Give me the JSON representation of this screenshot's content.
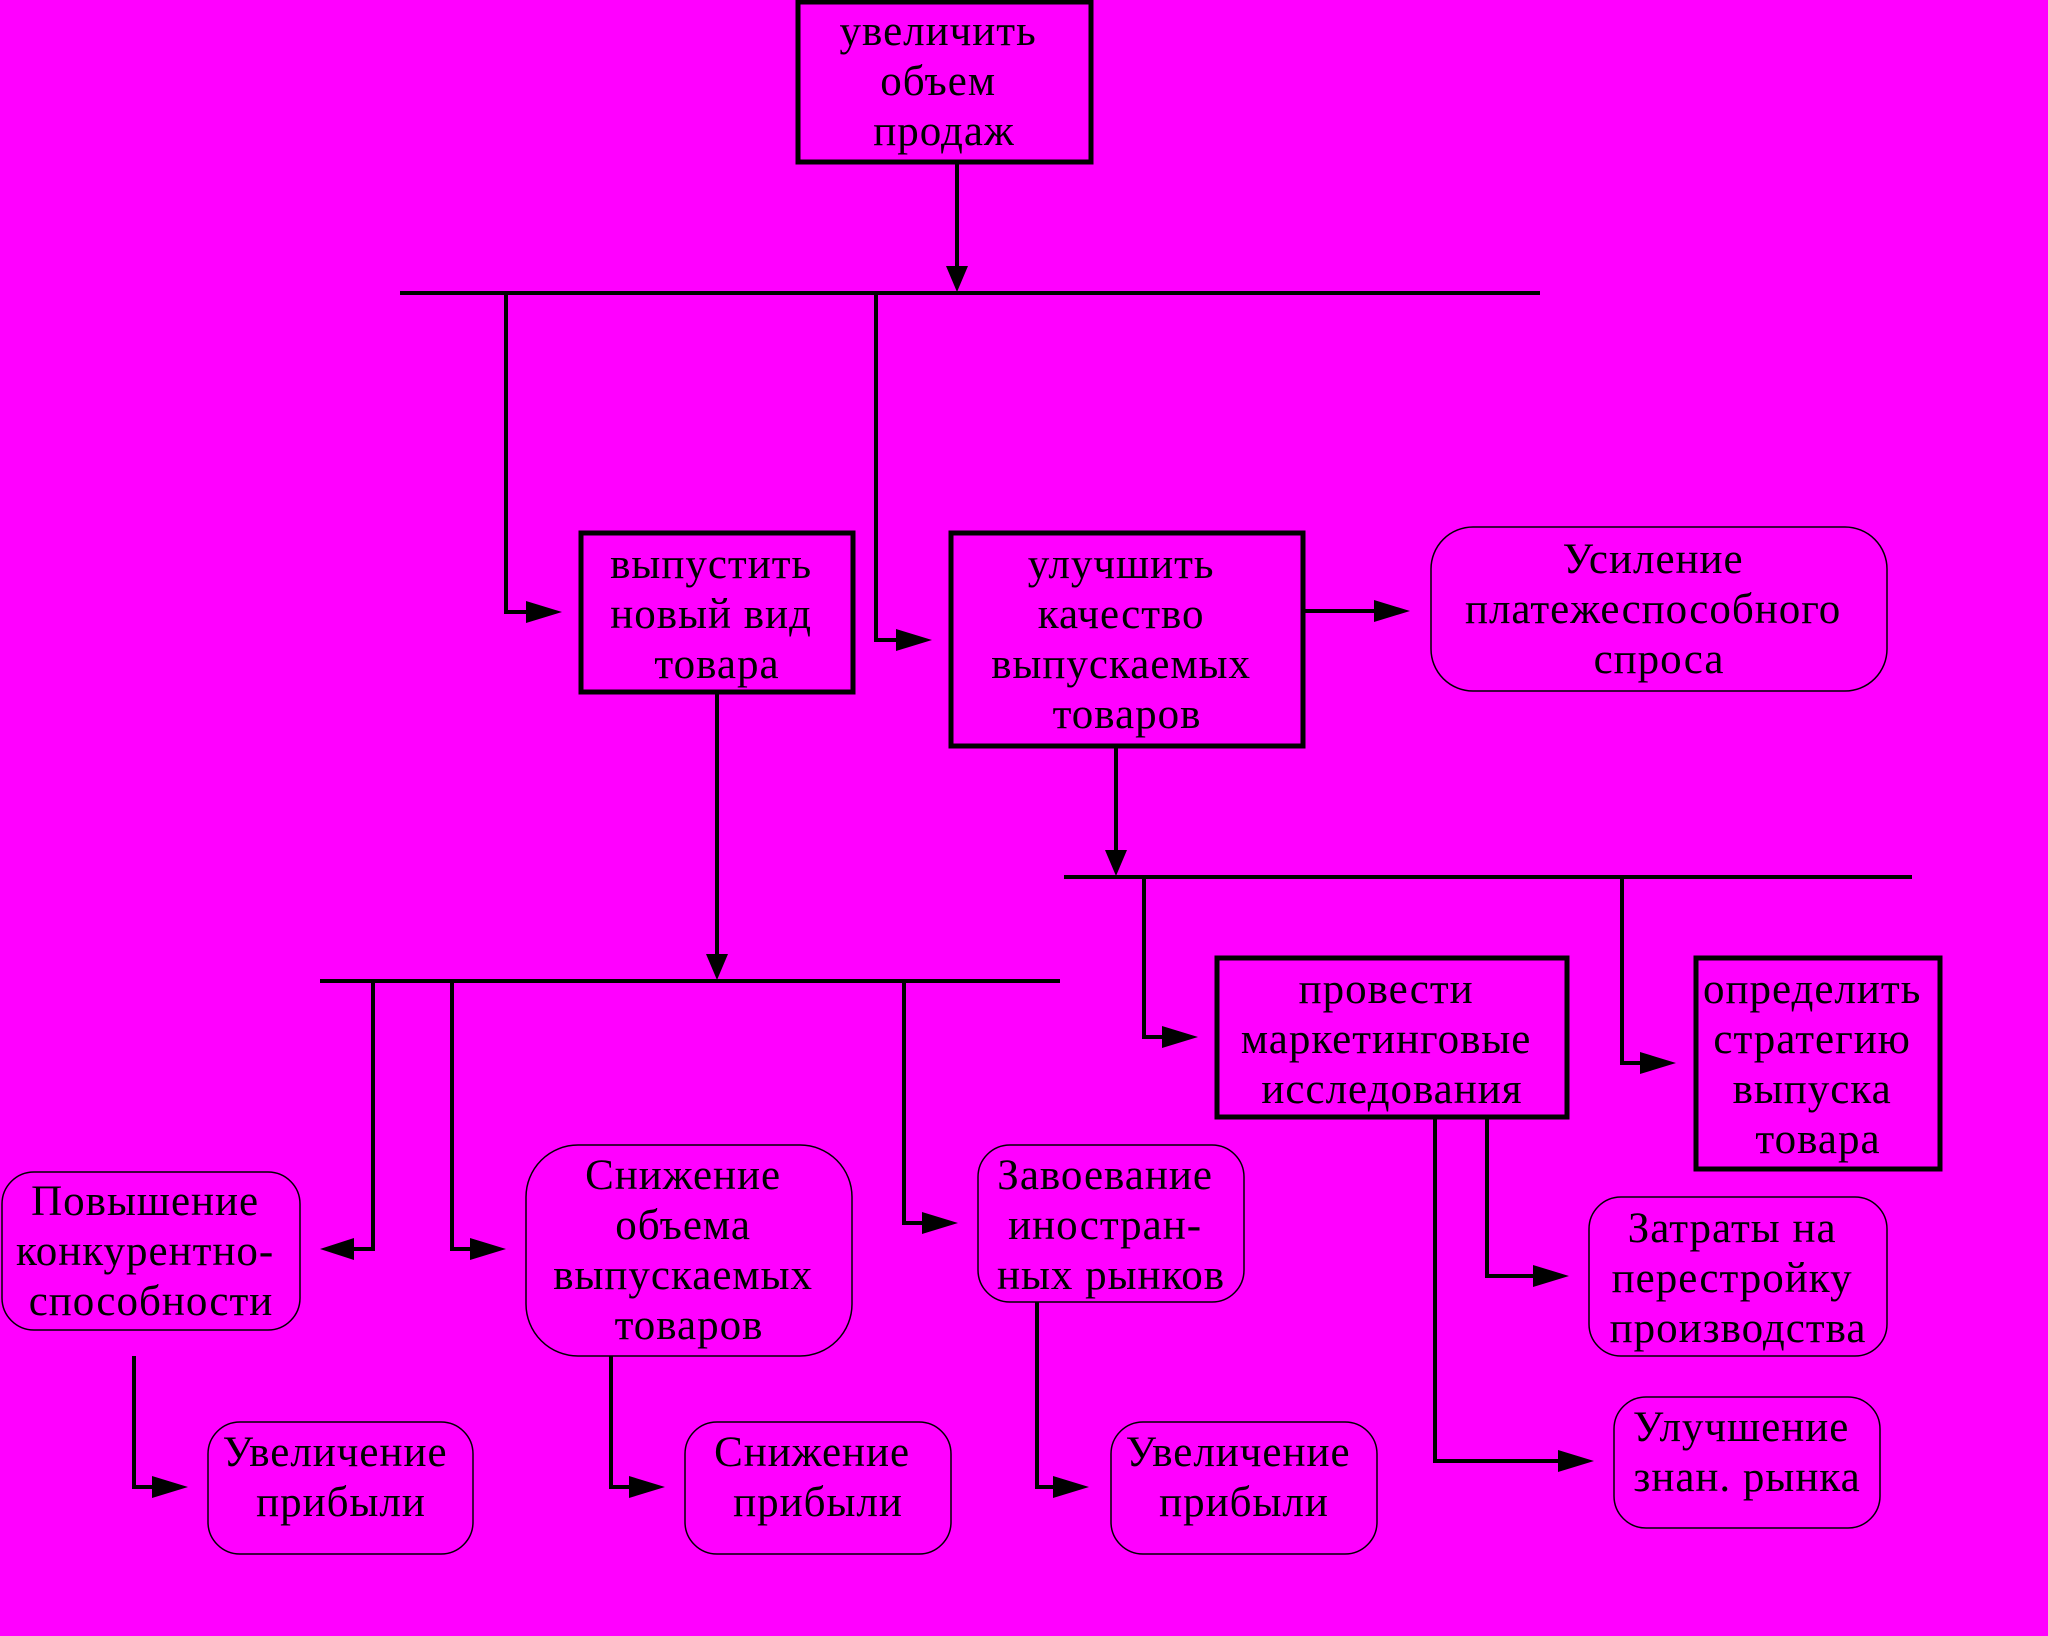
{
  "diagram": {
    "nodes": {
      "increase_sales": [
        "увеличить",
        "объем",
        "продаж"
      ],
      "new_product": [
        "выпустить",
        "новый вид",
        "товара"
      ],
      "improve_quality": [
        "улучшить",
        "качество",
        "выпускаемых",
        "товаров"
      ],
      "solvent_demand": [
        "Усиление",
        "платежеспособного",
        "спроса"
      ],
      "marketing_research": [
        "провести",
        "маркетинговые",
        "исследования"
      ],
      "release_strategy": [
        "определить",
        "стратегию",
        "выпуска",
        "товара"
      ],
      "competitiveness": [
        "Повышение",
        "конкурентно-",
        "способности"
      ],
      "reduce_volume": [
        "Снижение",
        "объема",
        "выпускаемых",
        "товаров"
      ],
      "foreign_markets": [
        "Завоевание",
        "иностран-",
        "ных рынков"
      ],
      "restructuring_costs": [
        "Затраты на",
        "перестройку",
        "производства"
      ],
      "market_knowledge": [
        "Улучшение",
        "знан. рынка"
      ],
      "profit_increase_1": [
        "Увеличение",
        "прибыли"
      ],
      "profit_decrease": [
        "Снижение",
        "прибыли"
      ],
      "profit_increase_2": [
        "Увеличение",
        "прибыли"
      ]
    },
    "colors": {
      "background": "#ff00ff",
      "stroke": "#000000",
      "text": "#000000"
    }
  }
}
